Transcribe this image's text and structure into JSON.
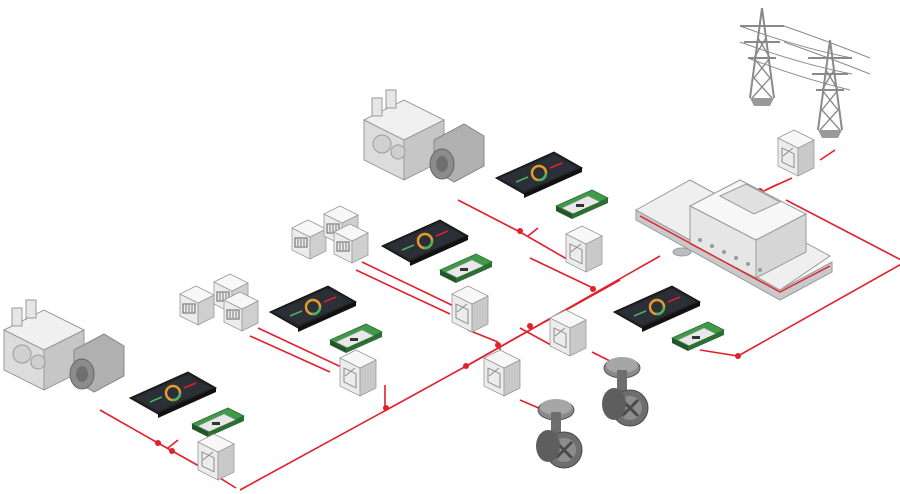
{
  "diagram": {
    "colors": {
      "wire": "#e0202c",
      "box_light": "#ececec",
      "box_mid": "#d2d2d2",
      "box_dark": "#b5b5b5",
      "outline": "#9a9a9a",
      "screen_frame": "#232323",
      "screen": "#2a2f38",
      "pcb": "#3f9a4a",
      "thruster": "#6e6e6e"
    },
    "components": {
      "generators": [
        "genset-left",
        "genset-top"
      ],
      "controller_panels": [
        "panel-1",
        "panel-2",
        "panel-3",
        "panel-4",
        "panel-5"
      ],
      "converter_boxes": [
        "converter-1",
        "converter-2",
        "converter-3",
        "converter-4",
        "converter-5",
        "converter-6",
        "converter-7",
        "converter-8"
      ],
      "battery_banks": [
        "battery-bank-left",
        "battery-bank-top"
      ],
      "thrusters": [
        "thruster-left",
        "thruster-right"
      ],
      "vessel": "ship",
      "grid": "transmission-towers"
    },
    "icons": [
      "generator-icon",
      "touchscreen-controller-icon",
      "control-module-icon",
      "converter-box-icon",
      "battery-icon",
      "thruster-icon",
      "ship-icon",
      "pylon-icon",
      "breaker-switch-icon"
    ]
  }
}
